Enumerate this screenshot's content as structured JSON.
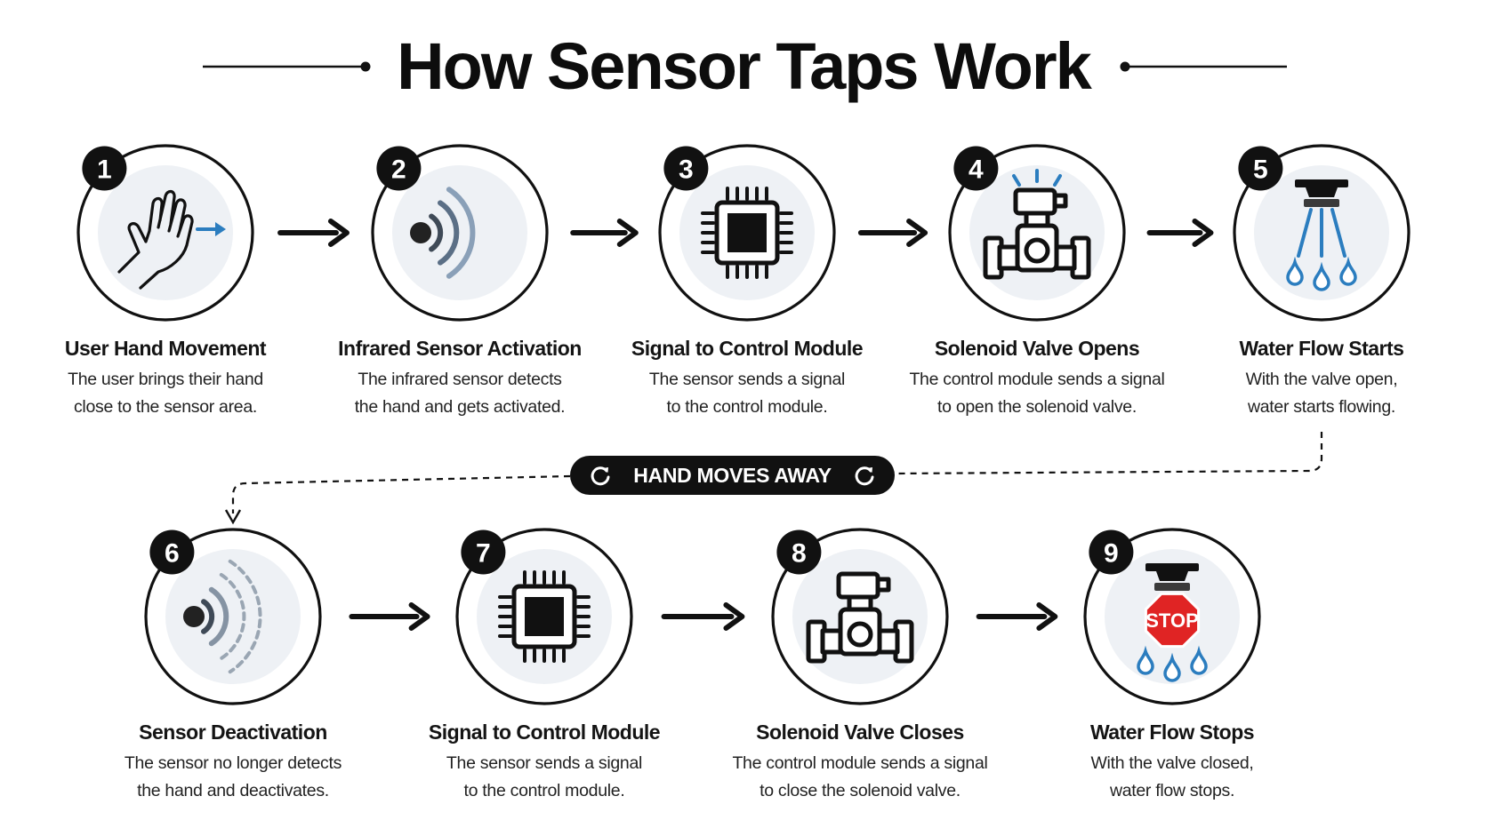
{
  "title": "How Sensor Taps Work",
  "loop_label": "HAND MOVES AWAY",
  "colors": {
    "ink": "#111111",
    "accent_blue": "#2b7dbf",
    "wave_blue": "#5b6f86",
    "icon_bg": "#eef1f5",
    "stop_red": "#e02424"
  },
  "steps": [
    {
      "number": "1",
      "icon": "hand-icon",
      "title": "User Hand Movement",
      "desc": [
        "The user brings their hand",
        "close to the sensor area."
      ]
    },
    {
      "number": "2",
      "icon": "infrared-waves-icon",
      "title": "Infrared Sensor Activation",
      "desc": [
        "The infrared sensor detects",
        "the hand and gets activated."
      ]
    },
    {
      "number": "3",
      "icon": "chip-icon",
      "title": "Signal to Control Module",
      "desc": [
        "The sensor sends a signal",
        "to the control module."
      ]
    },
    {
      "number": "4",
      "icon": "valve-open-icon",
      "title": "Solenoid Valve Opens",
      "desc": [
        "The control module sends a signal",
        "to open the solenoid valve."
      ]
    },
    {
      "number": "5",
      "icon": "water-spray-icon",
      "title": "Water Flow Starts",
      "desc": [
        "With the valve open,",
        "water starts flowing."
      ]
    },
    {
      "number": "6",
      "icon": "sensor-off-icon",
      "title": "Sensor Deactivation",
      "desc": [
        "The sensor no longer detects",
        "the hand and deactivates."
      ]
    },
    {
      "number": "7",
      "icon": "chip-icon",
      "title": "Signal to Control Module",
      "desc": [
        "The sensor sends a signal",
        "to the control module."
      ]
    },
    {
      "number": "8",
      "icon": "valve-closed-icon",
      "title": "Solenoid Valve Closes",
      "desc": [
        "The control module sends a signal",
        "to close the solenoid valve."
      ]
    },
    {
      "number": "9",
      "icon": "stop-sign-icon",
      "title": "Water Flow Stops",
      "desc": [
        "With the valve closed,",
        "water flow stops."
      ],
      "badge": "STOP"
    }
  ]
}
